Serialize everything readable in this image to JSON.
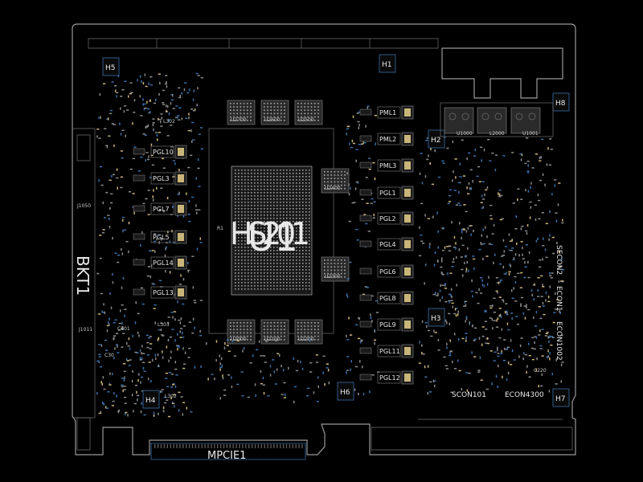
{
  "board": {
    "gpu_label": "U1",
    "heatsink_label": "HS201",
    "bracket_label": "BKT1",
    "connector_label": "MPCIE1",
    "holes": [
      "H5",
      "H1",
      "H8",
      "H2",
      "H3",
      "H6",
      "H4",
      "H7"
    ],
    "memory_chips_top": [
      "U2700",
      "U2600",
      "U2500"
    ],
    "memory_chips_bottom": [
      "U2000",
      "U2100",
      "U2200"
    ],
    "memory_chips_side": [
      "U2400",
      "U2300"
    ],
    "left_phases": [
      "PGL10",
      "PGL3",
      "PGL7",
      "PGL5",
      "PGL14",
      "PGL13"
    ],
    "right_phases": [
      "PML1",
      "PML2",
      "PML3",
      "PGL1",
      "PGL2",
      "PGL4",
      "PGL6",
      "PGL8",
      "PGL9",
      "PGL11",
      "PGL12"
    ],
    "vertical_labels": [
      "SECON2",
      "ECON1",
      "ECON1002"
    ],
    "bottom_labels": [
      "SCON101",
      "ECON4300"
    ],
    "misc_labels": [
      "L302",
      "J1011",
      "C301",
      "L303",
      "L302",
      "J1050",
      "C220",
      "R1",
      "C30",
      "U1000",
      "L2000",
      "U1001"
    ]
  }
}
